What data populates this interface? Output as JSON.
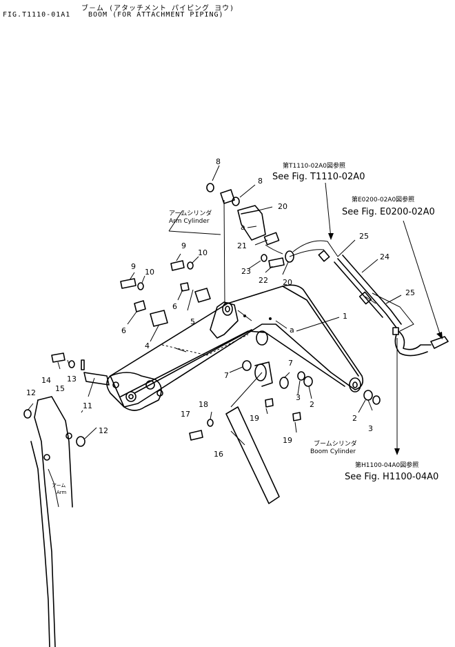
{
  "header": {
    "jp_title": "ブ－ム (アタッチメント パイピング ヨウ)",
    "fig_number": "FIG.T1110-01A1",
    "title": "BOOM (FOR ATTACHMENT PIPING)"
  },
  "references": [
    {
      "jp": "第T1110-02A0図参照",
      "en": "See Fig. T1110-02A0"
    },
    {
      "jp": "第E0200-02A0図参照",
      "en": "See Fig. E0200-02A0"
    },
    {
      "jp": "第H1100-04A0図参照",
      "en": "See Fig. H1100-04A0"
    }
  ],
  "labels": {
    "arm_cylinder_jp": "アームシリンダ",
    "arm_cylinder_en": "Arm Cylinder",
    "boom_cylinder_jp": "ブームシリンダ",
    "boom_cylinder_en": "Boom Cylinder",
    "arm_jp": "アーム",
    "arm_en": "Arm",
    "marker_a": "a"
  },
  "callouts": [
    "1",
    "2",
    "2",
    "3",
    "3",
    "4",
    "5",
    "6",
    "6",
    "7",
    "7",
    "8",
    "8",
    "9",
    "9",
    "10",
    "10",
    "11",
    "12",
    "12",
    "13",
    "14",
    "15",
    "16",
    "17",
    "18",
    "19",
    "19",
    "20",
    "20",
    "21",
    "22",
    "23",
    "24",
    "25",
    "25"
  ]
}
